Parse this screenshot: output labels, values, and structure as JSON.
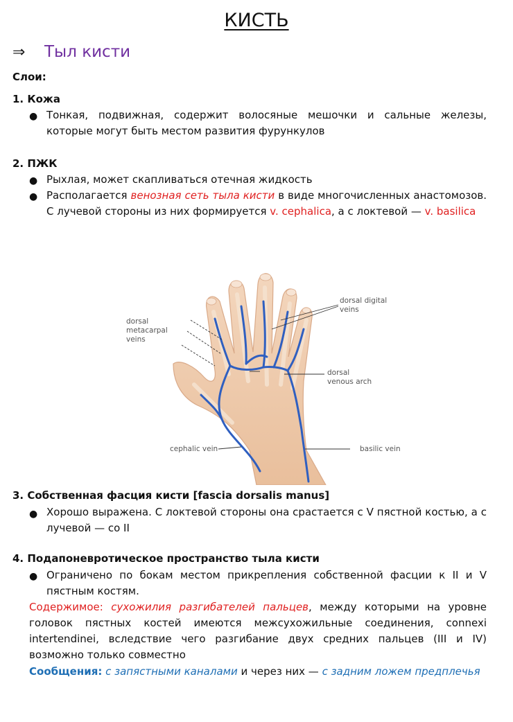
{
  "title": "КИСТЬ",
  "section": {
    "arrow": "⇒",
    "title": "Тыл кисти"
  },
  "layers_label": "Слои:",
  "item1": {
    "heading": "1. Кожа",
    "bullet1": "Тонкая, подвижная, содержит волосяные мешочки и сальные железы, которые могут быть местом развития фурункулов"
  },
  "item2": {
    "heading": "2. ПЖК",
    "bullet1": "Рыхлая, может скапливаться отечная жидкость",
    "bullet2_a": "Располагается ",
    "bullet2_red": "венозная сеть тыла кисти",
    "bullet2_b": " в виде многочисленных анастомозов. С лучевой стороны из них формируется ",
    "bullet2_ceph": "v. cephalica",
    "bullet2_c": ", а с локтевой — ",
    "bullet2_bas": "v. basilica"
  },
  "figure_labels": {
    "dorsal_metacarpal_1": "dorsal",
    "dorsal_metacarpal_2": "metacarpal",
    "dorsal_metacarpal_3": "veins",
    "dorsal_digital_1": "dorsal digital",
    "dorsal_digital_2": "veins",
    "dorsal_venous_1": "dorsal",
    "dorsal_venous_2": "venous arch",
    "cephalic": "cephalic vein",
    "basilic": "basilic vein"
  },
  "item3": {
    "heading": "3. Собственная фасция кисти [fascia dorsalis manus]",
    "bullet1": "Хорошо выражена. С локтевой стороны она срастается с V пястной костью, а с лучевой — со II"
  },
  "item4": {
    "heading": "4. Подапоневротическое пространство тыла кисти",
    "bullet1": "Ограничено по бокам местом прикрепления собственной фасции к II и V пястным костям.",
    "content_label": "Содержимое: ",
    "content_red": "сухожилия разгибателей пальцев",
    "content_rest": ", между которыми на уровне головок пястных костей имеются межсухожильные соединения, connexi intertendinei, вследствие чего разгибание двух средних пальцев (III и IV) возможно только совместно",
    "comm_label": "Сообщения:",
    "comm_1": " с запястными каналами",
    "comm_2": " и через них — ",
    "comm_3": "с задним ложем предплечья"
  },
  "colors": {
    "section": "#7030a0",
    "red": "#e02020",
    "blue": "#1f6fb5",
    "vein": "#2f5fc0",
    "skin": "#f1cdb0"
  }
}
